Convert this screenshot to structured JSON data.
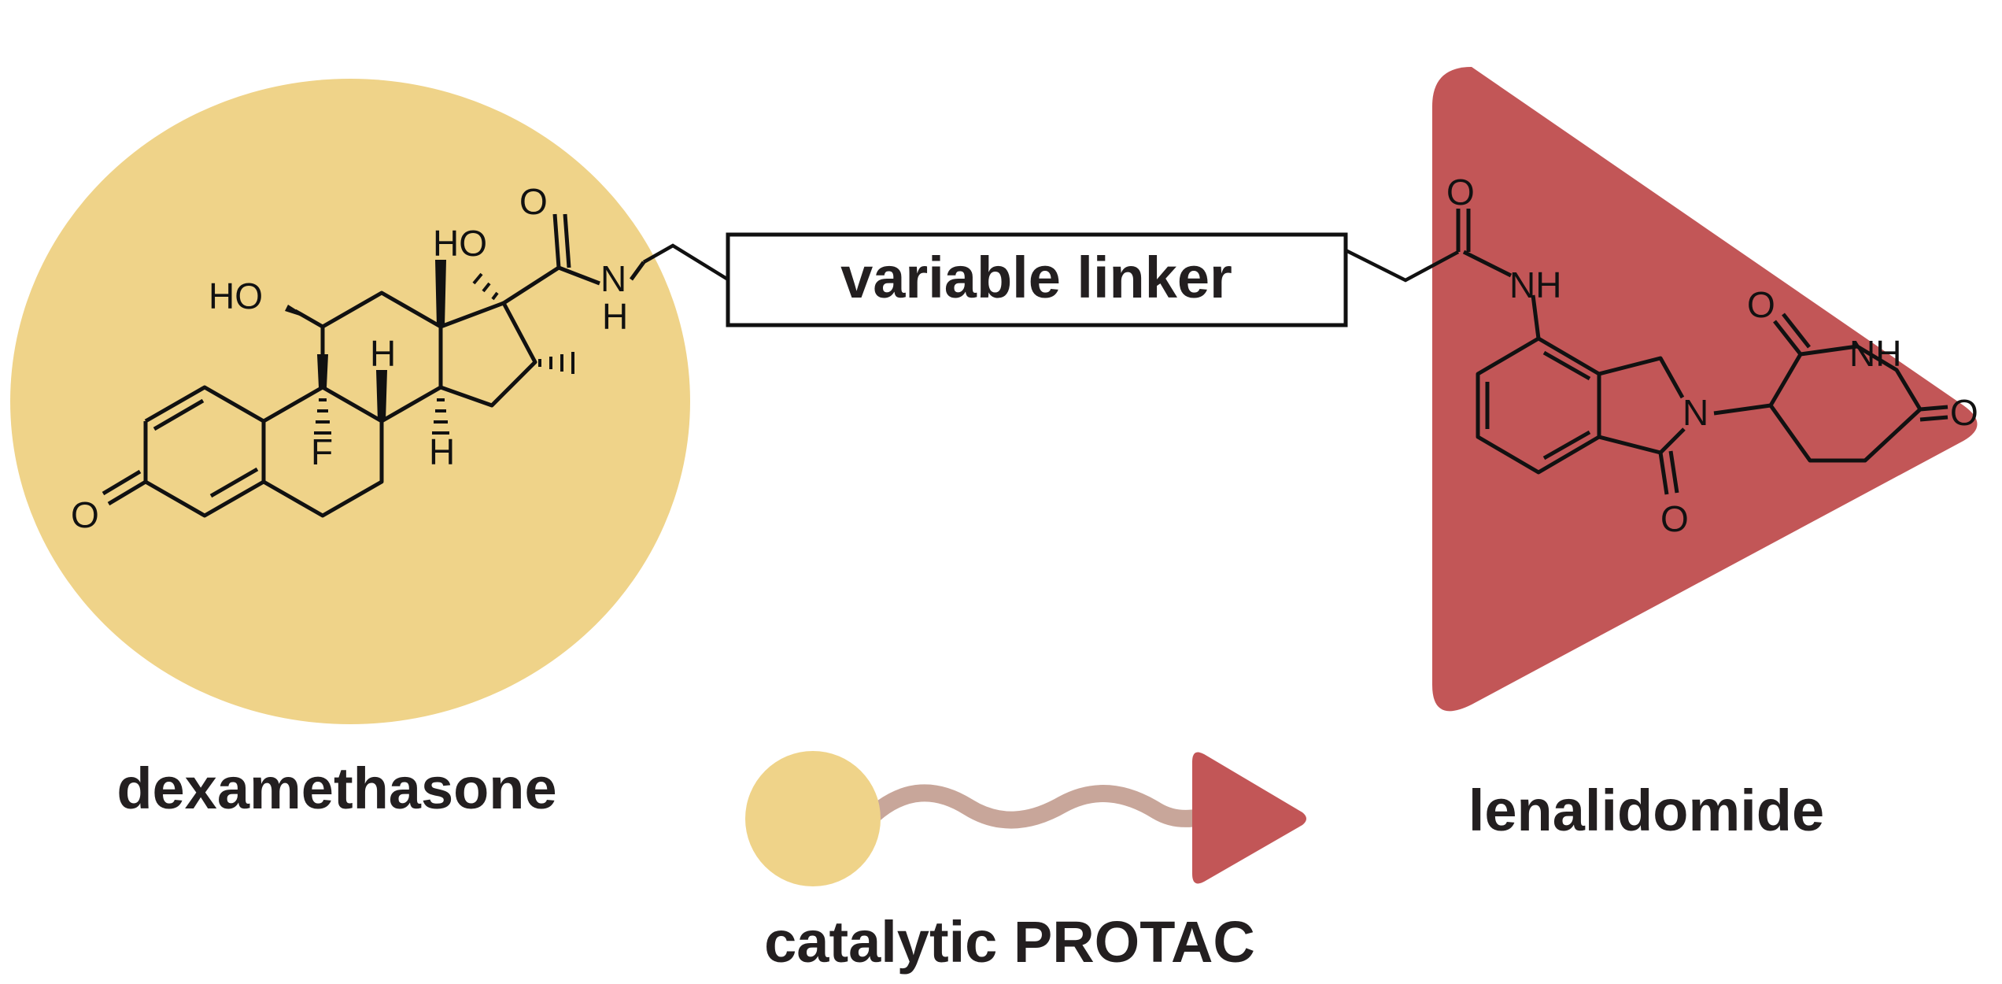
{
  "labels": {
    "left_molecule": "dexamethasone",
    "right_molecule": "lenalidomide",
    "linker": "variable linker",
    "summary": "catalytic PROTAC"
  },
  "atoms": {
    "oxygen": "O",
    "hydroxyl_left": "HO",
    "hydroxyl_top": "HO",
    "fluorine": "F",
    "hydrogen": "H",
    "nitrogen": "N",
    "amide_nh": "NH"
  },
  "colors": {
    "dexamethasone_fill": "#EFD389",
    "lenalidomide_fill": "#C25657",
    "protac_linker": "#C8A69A",
    "bonds": "#111111",
    "text": "#231F20"
  }
}
